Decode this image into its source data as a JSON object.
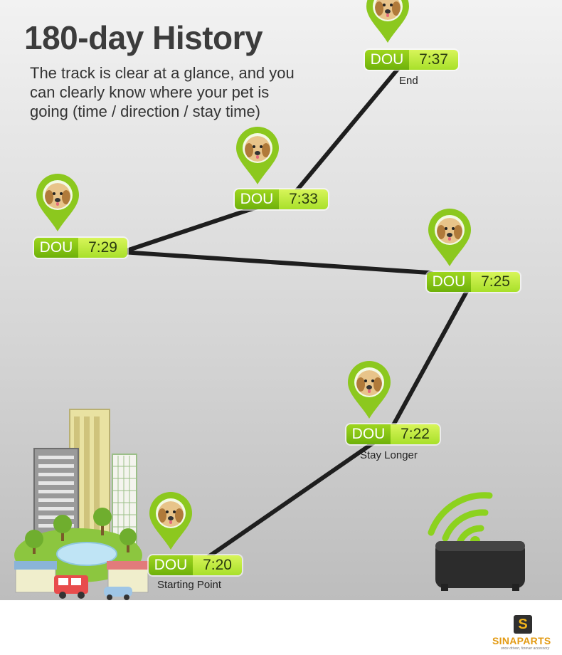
{
  "header": {
    "title": "180-day History",
    "description": "The track is clear at a glance, and you can clearly know where your pet is going (time / direction / stay time)"
  },
  "points": [
    {
      "name": "DOU",
      "time": "7:20",
      "caption": "Starting Point"
    },
    {
      "name": "DOU",
      "time": "7:22",
      "caption": "Stay Longer"
    },
    {
      "name": "DOU",
      "time": "7:25",
      "caption": ""
    },
    {
      "name": "DOU",
      "time": "7:29",
      "caption": ""
    },
    {
      "name": "DOU",
      "time": "7:33",
      "caption": ""
    },
    {
      "name": "DOU",
      "time": "7:37",
      "caption": "End"
    }
  ],
  "brand": {
    "badge": "S",
    "name": "SINAPARTS",
    "slogan": "once driven, forever accessory"
  },
  "colors": {
    "accent_green": "#8cc81e",
    "track_line": "#1e1e1e",
    "title_text": "#3c3c3c",
    "brand_orange": "#e39a12"
  },
  "icons": {
    "pin": "location-pin-icon",
    "pet": "dog-face-icon",
    "wifi": "wifi-signal-icon",
    "device": "gps-tracker-icon",
    "city": "city-illustration"
  }
}
